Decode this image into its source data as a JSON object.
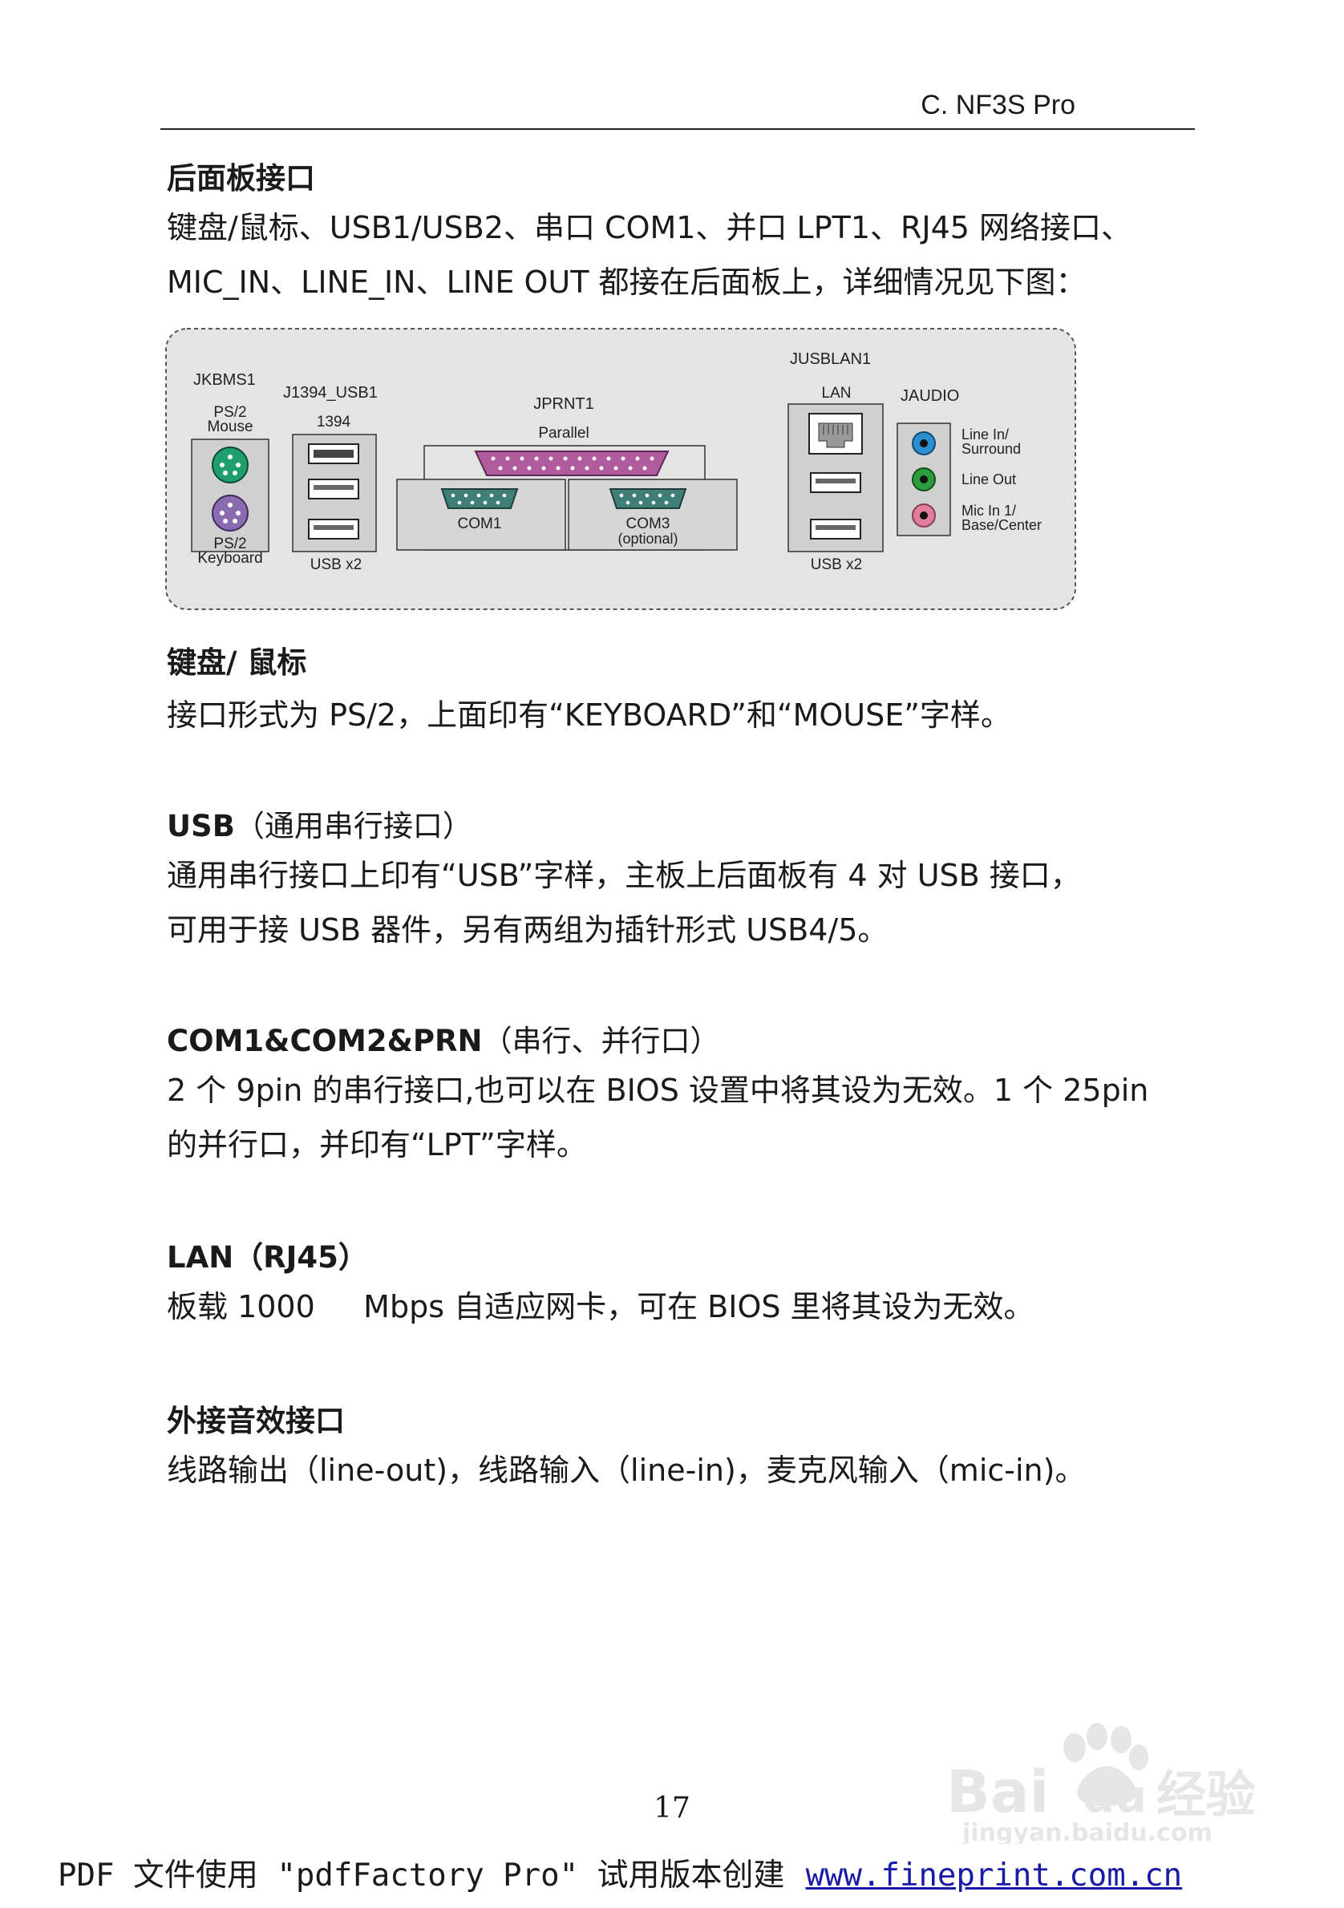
{
  "header": {
    "title": "C. NF3S Pro"
  },
  "section_rear": {
    "title": "后面板接口",
    "body": "键盘/鼠标、USB1/USB2、串口 COM1、并口 LPT1、RJ45 网络接口、\nMIC_IN、LINE_IN、LINE OUT 都接在后面板上，详细情况见下图："
  },
  "diagram": {
    "jkbms1": "JKBMS1",
    "ps2_mouse": [
      "PS/2",
      "Mouse"
    ],
    "ps2_keyboard": [
      "PS/2",
      "Keyboard"
    ],
    "j1394_usb1": "J1394_USB1",
    "port_1394": "1394",
    "usb_x2_left": "USB x2",
    "jprnt1": "JPRNT1",
    "parallel": "Parallel",
    "com1": "COM1",
    "com3": "COM3",
    "com3_note": "(optional)",
    "jusblan1": "JUSBLAN1",
    "lan": "LAN",
    "usb_x2_right": "USB x2",
    "jaudio": "JAUDIO",
    "line_in": [
      "Line In/",
      "Surround"
    ],
    "line_out": "Line Out",
    "mic_in": [
      "Mic In 1/",
      "Base/Center"
    ],
    "colors": {
      "panel_fill": "#e4e4e4",
      "ps2_mouse": "#1f9e6e",
      "ps2_keyboard": "#8a6bb0",
      "parallel": "#b05b9e",
      "serial": "#3f7f78",
      "jack_blue": "#2a8fd0",
      "jack_green": "#2c9d3c",
      "jack_pink": "#e07f9b"
    }
  },
  "section_kb": {
    "title": "键盘/ 鼠标",
    "body": "接口形式为 PS/2，上面印有“KEYBOARD”和“MOUSE”字样。"
  },
  "section_usb": {
    "title": "USB",
    "title_note": "（通用串行接口）",
    "body": "通用串行接口上印有“USB”字样，主板上后面板有 4 对 USB 接口，\n可用于接 USB 器件，另有两组为插针形式 USB4/5。"
  },
  "section_com": {
    "title": "COM1&COM2&PRN",
    "title_note": "（串行、并行口）",
    "body": "2 个 9pin 的串行接口,也可以在 BIOS 设置中将其设为无效。1 个 25pin\n的并行口，并印有“LPT”字样。"
  },
  "section_lan": {
    "title": "LAN（RJ45）",
    "body": "板载 1000     Mbps 自适应网卡，可在 BIOS 里将其设为无效。"
  },
  "section_audio": {
    "title": "外接音效接口",
    "body": "线路输出（line-out)，线路输入（line-in)，麦克风输入（mic-in)。"
  },
  "page_number": "17",
  "footer": {
    "text": "PDF 文件使用 \"pdfFactory Pro\" 试用版本创建",
    "link": "www.fineprint.com.cn"
  },
  "watermark": {
    "brand": "Bai",
    "brand2": "du",
    "brand_cn": "经验",
    "url": "jingyan.baidu.com"
  }
}
